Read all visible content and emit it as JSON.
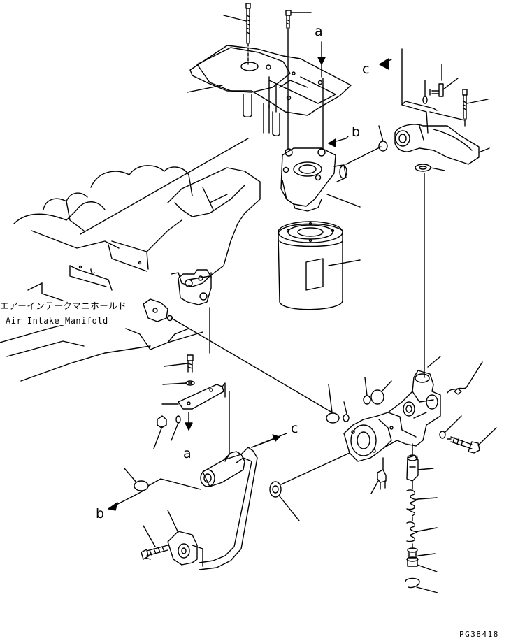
{
  "annotation": {
    "jp": "エアーインテークマニホールド",
    "en": "Air Intake Manifold"
  },
  "labels": {
    "a_top": "a",
    "a_bottom": "a",
    "b_top": "b",
    "b_bottom": "b",
    "c_top": "c",
    "c_bottom": "c"
  },
  "figure_code": "PG38418"
}
